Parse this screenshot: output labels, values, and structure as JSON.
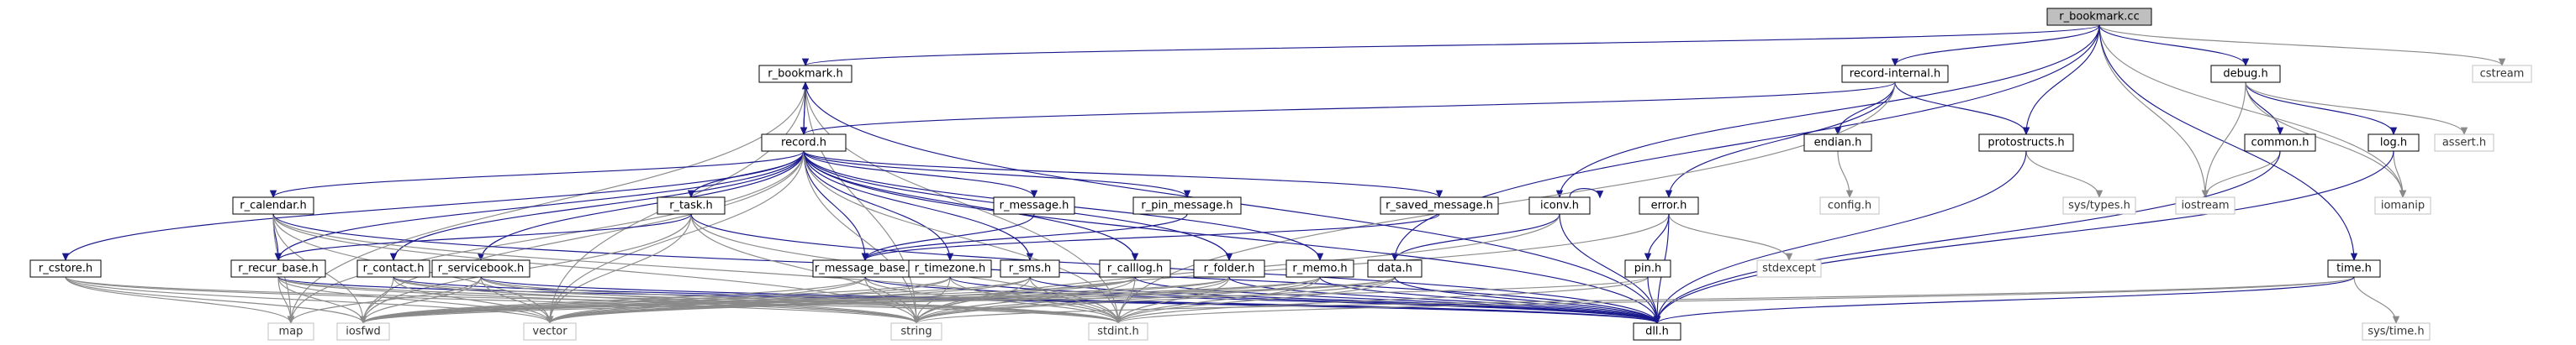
{
  "graph": {
    "root": "r_bookmark.cc",
    "nodes": [
      {
        "id": "root",
        "label": "r_bookmark.cc",
        "kind": "root"
      },
      {
        "id": "r_bookmark_h",
        "label": "r_bookmark.h",
        "kind": "doc"
      },
      {
        "id": "record_internal_h",
        "label": "record-internal.h",
        "kind": "doc"
      },
      {
        "id": "debug_h",
        "label": "debug.h",
        "kind": "doc"
      },
      {
        "id": "cstream",
        "label": "cstream",
        "kind": "ext"
      },
      {
        "id": "record_h",
        "label": "record.h",
        "kind": "doc"
      },
      {
        "id": "endian_h",
        "label": "endian.h",
        "kind": "doc"
      },
      {
        "id": "protostructs_h",
        "label": "protostructs.h",
        "kind": "doc"
      },
      {
        "id": "common_h",
        "label": "common.h",
        "kind": "doc"
      },
      {
        "id": "log_h",
        "label": "log.h",
        "kind": "doc"
      },
      {
        "id": "assert_h",
        "label": "assert.h",
        "kind": "ext"
      },
      {
        "id": "r_calendar_h",
        "label": "r_calendar.h",
        "kind": "doc"
      },
      {
        "id": "r_task_h",
        "label": "r_task.h",
        "kind": "doc"
      },
      {
        "id": "r_message_h",
        "label": "r_message.h",
        "kind": "doc"
      },
      {
        "id": "r_pin_message_h",
        "label": "r_pin_message.h",
        "kind": "doc"
      },
      {
        "id": "r_saved_message_h",
        "label": "r_saved_message.h",
        "kind": "doc"
      },
      {
        "id": "iconv_h",
        "label": "iconv.h",
        "kind": "doc"
      },
      {
        "id": "config_h",
        "label": "config.h",
        "kind": "ext"
      },
      {
        "id": "error_h",
        "label": "error.h",
        "kind": "doc"
      },
      {
        "id": "sys_types_h",
        "label": "sys/types.h",
        "kind": "ext"
      },
      {
        "id": "iostream",
        "label": "iostream",
        "kind": "ext"
      },
      {
        "id": "iomanip",
        "label": "iomanip",
        "kind": "ext"
      },
      {
        "id": "r_cstore_h",
        "label": "r_cstore.h",
        "kind": "doc"
      },
      {
        "id": "r_recur_base_h",
        "label": "r_recur_base.h",
        "kind": "doc"
      },
      {
        "id": "r_contact_h",
        "label": "r_contact.h",
        "kind": "doc"
      },
      {
        "id": "r_servicebook_h",
        "label": "r_servicebook.h",
        "kind": "doc"
      },
      {
        "id": "r_message_base_h",
        "label": "r_message_base.h",
        "kind": "doc"
      },
      {
        "id": "r_timezone_h",
        "label": "r_timezone.h",
        "kind": "doc"
      },
      {
        "id": "r_sms_h",
        "label": "r_sms.h",
        "kind": "doc"
      },
      {
        "id": "r_calllog_h",
        "label": "r_calllog.h",
        "kind": "doc"
      },
      {
        "id": "r_folder_h",
        "label": "r_folder.h",
        "kind": "doc"
      },
      {
        "id": "r_memo_h",
        "label": "r_memo.h",
        "kind": "doc"
      },
      {
        "id": "data_h",
        "label": "data.h",
        "kind": "doc"
      },
      {
        "id": "pin_h",
        "label": "pin.h",
        "kind": "doc"
      },
      {
        "id": "stdexcept",
        "label": "stdexcept",
        "kind": "ext"
      },
      {
        "id": "time_h",
        "label": "time.h",
        "kind": "doc"
      },
      {
        "id": "sys_time_h",
        "label": "sys/time.h",
        "kind": "ext"
      },
      {
        "id": "map",
        "label": "map",
        "kind": "ext"
      },
      {
        "id": "iosfwd",
        "label": "iosfwd",
        "kind": "ext"
      },
      {
        "id": "vector",
        "label": "vector",
        "kind": "ext"
      },
      {
        "id": "string",
        "label": "string",
        "kind": "ext"
      },
      {
        "id": "stdint_h",
        "label": "stdint.h",
        "kind": "ext"
      },
      {
        "id": "dll_h",
        "label": "dll.h",
        "kind": "doc"
      }
    ],
    "edges": [
      [
        "root",
        "r_bookmark_h"
      ],
      [
        "root",
        "record_internal_h"
      ],
      [
        "root",
        "debug_h"
      ],
      [
        "root",
        "cstream"
      ],
      [
        "root",
        "protostructs_h"
      ],
      [
        "root",
        "iconv_h"
      ],
      [
        "root",
        "data_h"
      ],
      [
        "root",
        "iostream"
      ],
      [
        "root",
        "iomanip"
      ],
      [
        "root",
        "time_h"
      ],
      [
        "r_bookmark_h",
        "record_h"
      ],
      [
        "r_bookmark_h",
        "map"
      ],
      [
        "r_bookmark_h",
        "vector"
      ],
      [
        "r_bookmark_h",
        "string"
      ],
      [
        "r_bookmark_h",
        "stdint_h"
      ],
      [
        "r_bookmark_h",
        "dll_h"
      ],
      [
        "record_internal_h",
        "record_h"
      ],
      [
        "record_internal_h",
        "endian_h"
      ],
      [
        "record_internal_h",
        "protostructs_h"
      ],
      [
        "record_internal_h",
        "error_h"
      ],
      [
        "record_internal_h",
        "stdint_h"
      ],
      [
        "debug_h",
        "common_h"
      ],
      [
        "debug_h",
        "log_h"
      ],
      [
        "debug_h",
        "assert_h"
      ],
      [
        "debug_h",
        "iostream"
      ],
      [
        "debug_h",
        "iomanip"
      ],
      [
        "common_h",
        "iostream"
      ],
      [
        "common_h",
        "dll_h"
      ],
      [
        "log_h",
        "iomanip"
      ],
      [
        "log_h",
        "dll_h"
      ],
      [
        "endian_h",
        "config_h"
      ],
      [
        "protostructs_h",
        "sys_types_h"
      ],
      [
        "protostructs_h",
        "dll_h"
      ],
      [
        "error_h",
        "stdexcept"
      ],
      [
        "error_h",
        "pin_h"
      ],
      [
        "error_h",
        "string"
      ],
      [
        "error_h",
        "dll_h"
      ],
      [
        "iconv_h",
        "iconv_h"
      ],
      [
        "iconv_h",
        "data_h"
      ],
      [
        "iconv_h",
        "string"
      ],
      [
        "iconv_h",
        "dll_h"
      ],
      [
        "record_h",
        "r_bookmark_h"
      ],
      [
        "record_h",
        "r_calendar_h"
      ],
      [
        "record_h",
        "r_task_h"
      ],
      [
        "record_h",
        "r_message_h"
      ],
      [
        "record_h",
        "r_pin_message_h"
      ],
      [
        "record_h",
        "r_saved_message_h"
      ],
      [
        "record_h",
        "r_cstore_h"
      ],
      [
        "record_h",
        "r_recur_base_h"
      ],
      [
        "record_h",
        "r_contact_h"
      ],
      [
        "record_h",
        "r_servicebook_h"
      ],
      [
        "record_h",
        "r_message_base_h"
      ],
      [
        "record_h",
        "r_timezone_h"
      ],
      [
        "record_h",
        "r_sms_h"
      ],
      [
        "record_h",
        "r_calllog_h"
      ],
      [
        "record_h",
        "r_folder_h"
      ],
      [
        "record_h",
        "r_memo_h"
      ],
      [
        "record_h",
        "map"
      ],
      [
        "record_h",
        "iosfwd"
      ],
      [
        "record_h",
        "vector"
      ],
      [
        "record_h",
        "string"
      ],
      [
        "record_h",
        "stdint_h"
      ],
      [
        "record_h",
        "dll_h"
      ],
      [
        "r_calendar_h",
        "r_recur_base_h"
      ],
      [
        "r_calendar_h",
        "map"
      ],
      [
        "r_calendar_h",
        "iosfwd"
      ],
      [
        "r_calendar_h",
        "vector"
      ],
      [
        "r_calendar_h",
        "string"
      ],
      [
        "r_calendar_h",
        "stdint_h"
      ],
      [
        "r_calendar_h",
        "dll_h"
      ],
      [
        "r_task_h",
        "r_recur_base_h"
      ],
      [
        "r_task_h",
        "iosfwd"
      ],
      [
        "r_task_h",
        "vector"
      ],
      [
        "r_task_h",
        "string"
      ],
      [
        "r_task_h",
        "stdint_h"
      ],
      [
        "r_task_h",
        "dll_h"
      ],
      [
        "r_message_h",
        "r_message_base_h"
      ],
      [
        "r_pin_message_h",
        "r_message_base_h"
      ],
      [
        "r_saved_message_h",
        "r_message_base_h"
      ],
      [
        "r_cstore_h",
        "map"
      ],
      [
        "r_cstore_h",
        "iosfwd"
      ],
      [
        "r_cstore_h",
        "vector"
      ],
      [
        "r_cstore_h",
        "string"
      ],
      [
        "r_cstore_h",
        "stdint_h"
      ],
      [
        "r_recur_base_h",
        "map"
      ],
      [
        "r_recur_base_h",
        "iosfwd"
      ],
      [
        "r_recur_base_h",
        "vector"
      ],
      [
        "r_recur_base_h",
        "string"
      ],
      [
        "r_recur_base_h",
        "stdint_h"
      ],
      [
        "r_recur_base_h",
        "dll_h"
      ],
      [
        "r_contact_h",
        "iosfwd"
      ],
      [
        "r_contact_h",
        "vector"
      ],
      [
        "r_contact_h",
        "string"
      ],
      [
        "r_contact_h",
        "stdint_h"
      ],
      [
        "r_contact_h",
        "dll_h"
      ],
      [
        "r_servicebook_h",
        "map"
      ],
      [
        "r_servicebook_h",
        "iosfwd"
      ],
      [
        "r_servicebook_h",
        "vector"
      ],
      [
        "r_servicebook_h",
        "string"
      ],
      [
        "r_servicebook_h",
        "stdint_h"
      ],
      [
        "r_servicebook_h",
        "dll_h"
      ],
      [
        "r_message_base_h",
        "iosfwd"
      ],
      [
        "r_message_base_h",
        "vector"
      ],
      [
        "r_message_base_h",
        "string"
      ],
      [
        "r_message_base_h",
        "stdint_h"
      ],
      [
        "r_message_base_h",
        "dll_h"
      ],
      [
        "r_timezone_h",
        "iosfwd"
      ],
      [
        "r_timezone_h",
        "vector"
      ],
      [
        "r_timezone_h",
        "string"
      ],
      [
        "r_timezone_h",
        "stdint_h"
      ],
      [
        "r_timezone_h",
        "dll_h"
      ],
      [
        "r_sms_h",
        "iosfwd"
      ],
      [
        "r_sms_h",
        "vector"
      ],
      [
        "r_sms_h",
        "string"
      ],
      [
        "r_sms_h",
        "stdint_h"
      ],
      [
        "r_sms_h",
        "dll_h"
      ],
      [
        "r_calllog_h",
        "iosfwd"
      ],
      [
        "r_calllog_h",
        "vector"
      ],
      [
        "r_calllog_h",
        "string"
      ],
      [
        "r_calllog_h",
        "stdint_h"
      ],
      [
        "r_calllog_h",
        "dll_h"
      ],
      [
        "r_folder_h",
        "iosfwd"
      ],
      [
        "r_folder_h",
        "vector"
      ],
      [
        "r_folder_h",
        "string"
      ],
      [
        "r_folder_h",
        "stdint_h"
      ],
      [
        "r_folder_h",
        "dll_h"
      ],
      [
        "r_memo_h",
        "iosfwd"
      ],
      [
        "r_memo_h",
        "vector"
      ],
      [
        "r_memo_h",
        "string"
      ],
      [
        "r_memo_h",
        "stdint_h"
      ],
      [
        "r_memo_h",
        "dll_h"
      ],
      [
        "data_h",
        "iosfwd"
      ],
      [
        "data_h",
        "vector"
      ],
      [
        "data_h",
        "string"
      ],
      [
        "data_h",
        "stdint_h"
      ],
      [
        "data_h",
        "dll_h"
      ],
      [
        "pin_h",
        "iosfwd"
      ],
      [
        "pin_h",
        "stdint_h"
      ],
      [
        "pin_h",
        "dll_h"
      ],
      [
        "time_h",
        "sys_time_h"
      ],
      [
        "time_h",
        "stdint_h"
      ],
      [
        "time_h",
        "string"
      ],
      [
        "time_h",
        "dll_h"
      ]
    ]
  }
}
